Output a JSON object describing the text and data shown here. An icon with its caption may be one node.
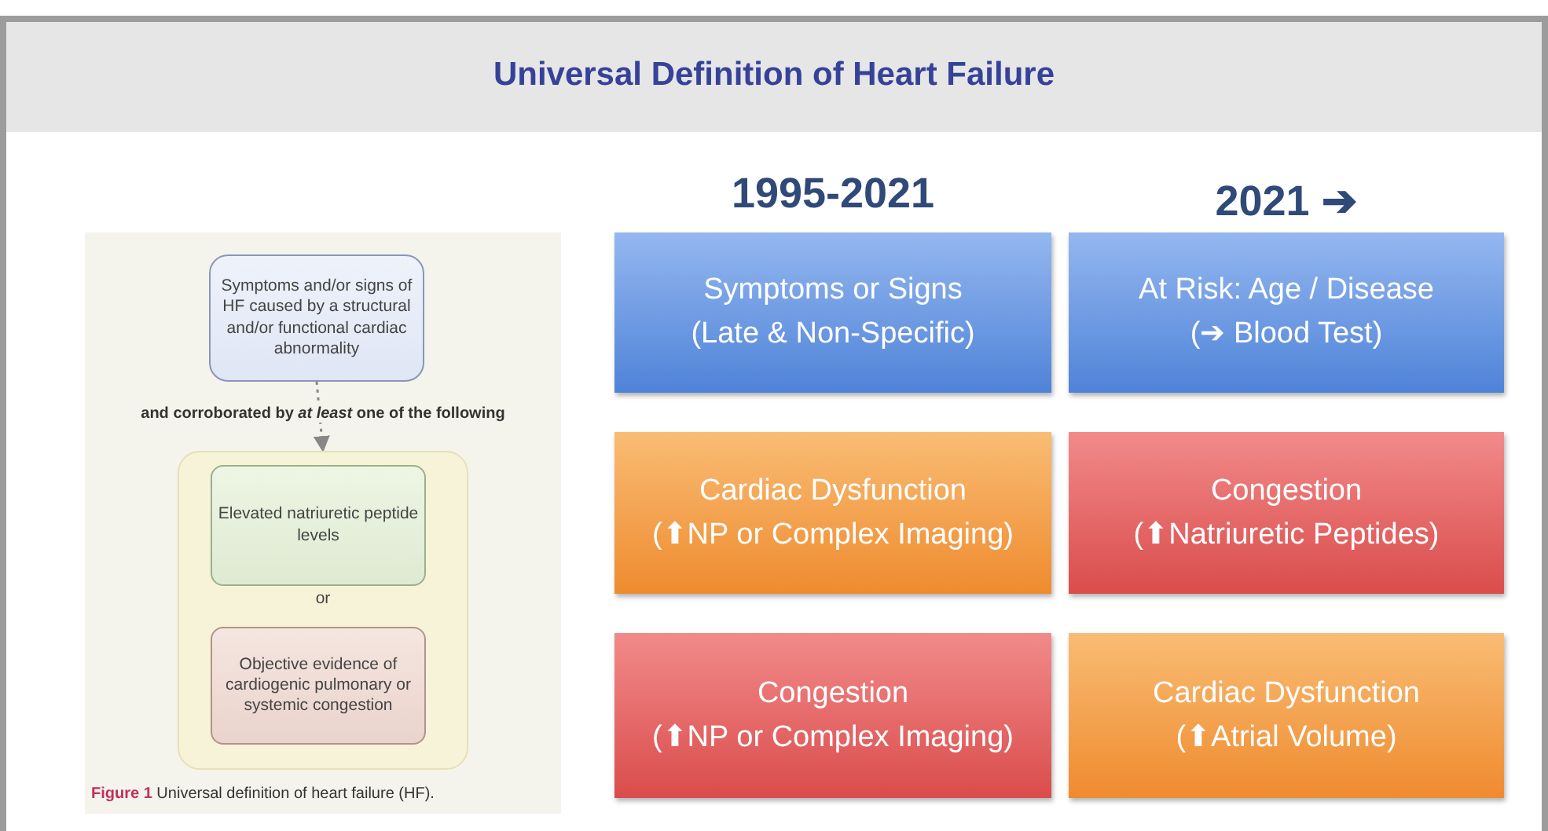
{
  "diagram": {
    "title": "Universal Definition of Heart Failure",
    "nodes": [
      {
        "text": [
          "Symptoms and/or signs of HF caused by a structural and/or functional cardiac abnormality"
        ]
      },
      {
        "text": [],
        "shape": "box"
      },
      {
        "text": [
          "Elevated natriuretic peptide levels"
        ],
        "in": 1
      },
      {
        "text": [
          "Objective evidence of cardiogenic pulmonary or systemic congestion"
        ],
        "in": 1
      },
      {
        "text": [
          "Symptoms or Signs",
          "(Late & Non-Specific)"
        ]
      },
      {
        "text": [
          "At Risk: Age / Disease",
          "(➔ Blood Test)"
        ]
      },
      {
        "text": [
          "Cardiac Dysfunction",
          "(⬆NP or Complex Imaging)"
        ]
      },
      {
        "text": [
          "Congestion",
          "(⬆Natriuretic Peptides)"
        ]
      },
      {
        "text": [
          "Congestion",
          "(⬆NP or Complex Imaging)"
        ]
      },
      {
        "text": [
          "Cardiac Dysfunction",
          "(⬆Atrial Volume)"
        ]
      }
    ],
    "edges": [
      {
        "from": 0,
        "to": 1,
        "arrow": "to",
        "style": "dashed",
        "label": "and corroborated by *at least* one of the following"
      }
    ],
    "labels": [
      "or",
      "**Figure 1** Universal definition of heart failure (HF).",
      "1995-2021",
      "2021 ➔"
    ]
  }
}
